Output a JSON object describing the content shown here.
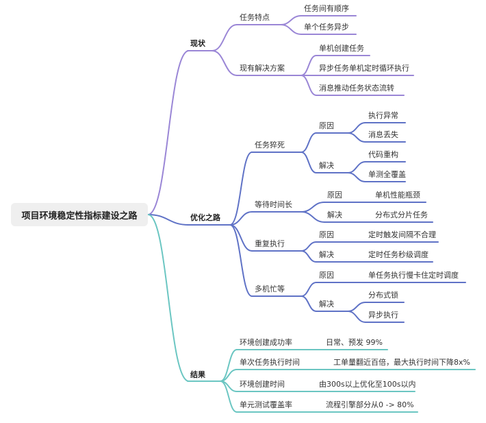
{
  "root": "项目环境稳定性指标建设之路",
  "colors": {
    "purple": "#9a86d6",
    "blue": "#5f72c6",
    "teal": "#6bc6c2"
  },
  "branches": {
    "status": {
      "label": "现状",
      "features": {
        "label": "任务特点",
        "items": [
          "任务间有顺序",
          "单个任务异步"
        ]
      },
      "solutions": {
        "label": "现有解决方案",
        "items": [
          "单机创建任务",
          "异步任务单机定时循环执行",
          "消息推动任务状态流转"
        ]
      }
    },
    "optimize": {
      "label": "优化之路",
      "dead_task": {
        "label": "任务猝死",
        "cause": {
          "label": "原因",
          "items": [
            "执行异常",
            "消息丢失"
          ]
        },
        "fix": {
          "label": "解决",
          "items": [
            "代码重构",
            "单测全覆盖"
          ]
        }
      },
      "long_wait": {
        "label": "等待时间长",
        "cause": {
          "label": "原因",
          "item": "单机性能瓶颈"
        },
        "fix": {
          "label": "解决",
          "item": "分布式分片任务"
        }
      },
      "repeat": {
        "label": "重复执行",
        "cause": {
          "label": "原因",
          "item": "定时触发间隔不合理"
        },
        "fix": {
          "label": "解决",
          "item": "定时任务秒级调度"
        }
      },
      "busy_wait": {
        "label": "多机忙等",
        "cause": {
          "label": "原因",
          "item": "单任务执行慢卡住定时调度"
        },
        "fix": {
          "label": "解决",
          "items": [
            "分布式锁",
            "异步执行"
          ]
        }
      }
    },
    "result": {
      "label": "结果",
      "rows": [
        {
          "label": "环境创建成功率",
          "value": "日常、预发 99%"
        },
        {
          "label": "单次任务执行时间",
          "value": "工单量翻近百倍，最大执行时间下降8x%"
        },
        {
          "label": "环境创建时间",
          "value": "由300s以上优化至100s以内"
        },
        {
          "label": "单元测试覆盖率",
          "value": "流程引擎部分从0 -> 80%"
        }
      ]
    }
  }
}
